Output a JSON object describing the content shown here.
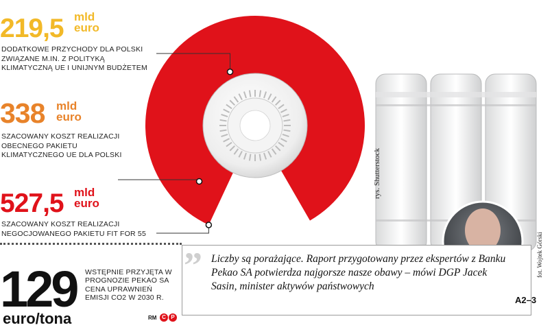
{
  "chart_data": {
    "type": "pie",
    "categories": [
      "DODATKOWE PRZYCHODY DLA POLSKI ZWIĄZANE M.IN. Z POLITYKĄ KLIMATYCZNĄ UE I UNIJNYM BUDŻETEM",
      "SZACOWANY KOSZT REALIZACJI OBECNEGO PAKIETU KLIMATYCZNEGO UE DLA POLSKI",
      "SZACOWANY KOSZT REALIZACJI NEGOCJOWANEGO PAKIETU FIT FOR 55"
    ],
    "values": [
      219.5,
      338,
      527.5
    ],
    "colors": [
      "#f2b928",
      "#e8832a",
      "#e0121a"
    ]
  },
  "items": [
    {
      "value": "219,5",
      "unit": "mld euro",
      "unit_top": "mld",
      "unit_bottom": "euro",
      "description": "DODATKOWE PRZYCHODY DLA POLSKI ZWIĄZANE M.IN. Z POLITYKĄ KLIMATYCZNĄ UE I UNIJNYM BUDŻETEM"
    },
    {
      "value": "338",
      "unit": "mld euro",
      "unit_top": "mld",
      "unit_bottom": "euro",
      "description": "SZACOWANY KOSZT REALIZACJI OBECNEGO PAKIETU KLIMATYCZNEGO UE DLA POLSKI"
    },
    {
      "value": "527,5",
      "unit": "mld euro",
      "unit_top": "mld",
      "unit_bottom": "euro",
      "description": "SZACOWANY KOSZT REALIZACJI NEGOCJOWANEGO PAKIETU FIT FOR 55"
    }
  ],
  "price": {
    "value": "129",
    "unit": "euro/tona",
    "description": "WSTĘPNIE PRZYJĘTA W PROGNOZIE PEKAO SA CENA UPRAWNIEŃ EMISJI CO2 W 2030 R."
  },
  "quote": {
    "text": "Liczby są porażające. Raport przygotowany przez ekspertów z Banku Pekao SA potwierdza najgorsze nasze obawy – mówi DGP Jacek Sasin, minister aktywów państwowych",
    "mark": "”"
  },
  "credits": {
    "illustration": "rys. Shutterstock",
    "photo": "fot. Wojtek Górski",
    "rm": "RM",
    "c": "C",
    "p": "P"
  },
  "page_code": "A2–3"
}
